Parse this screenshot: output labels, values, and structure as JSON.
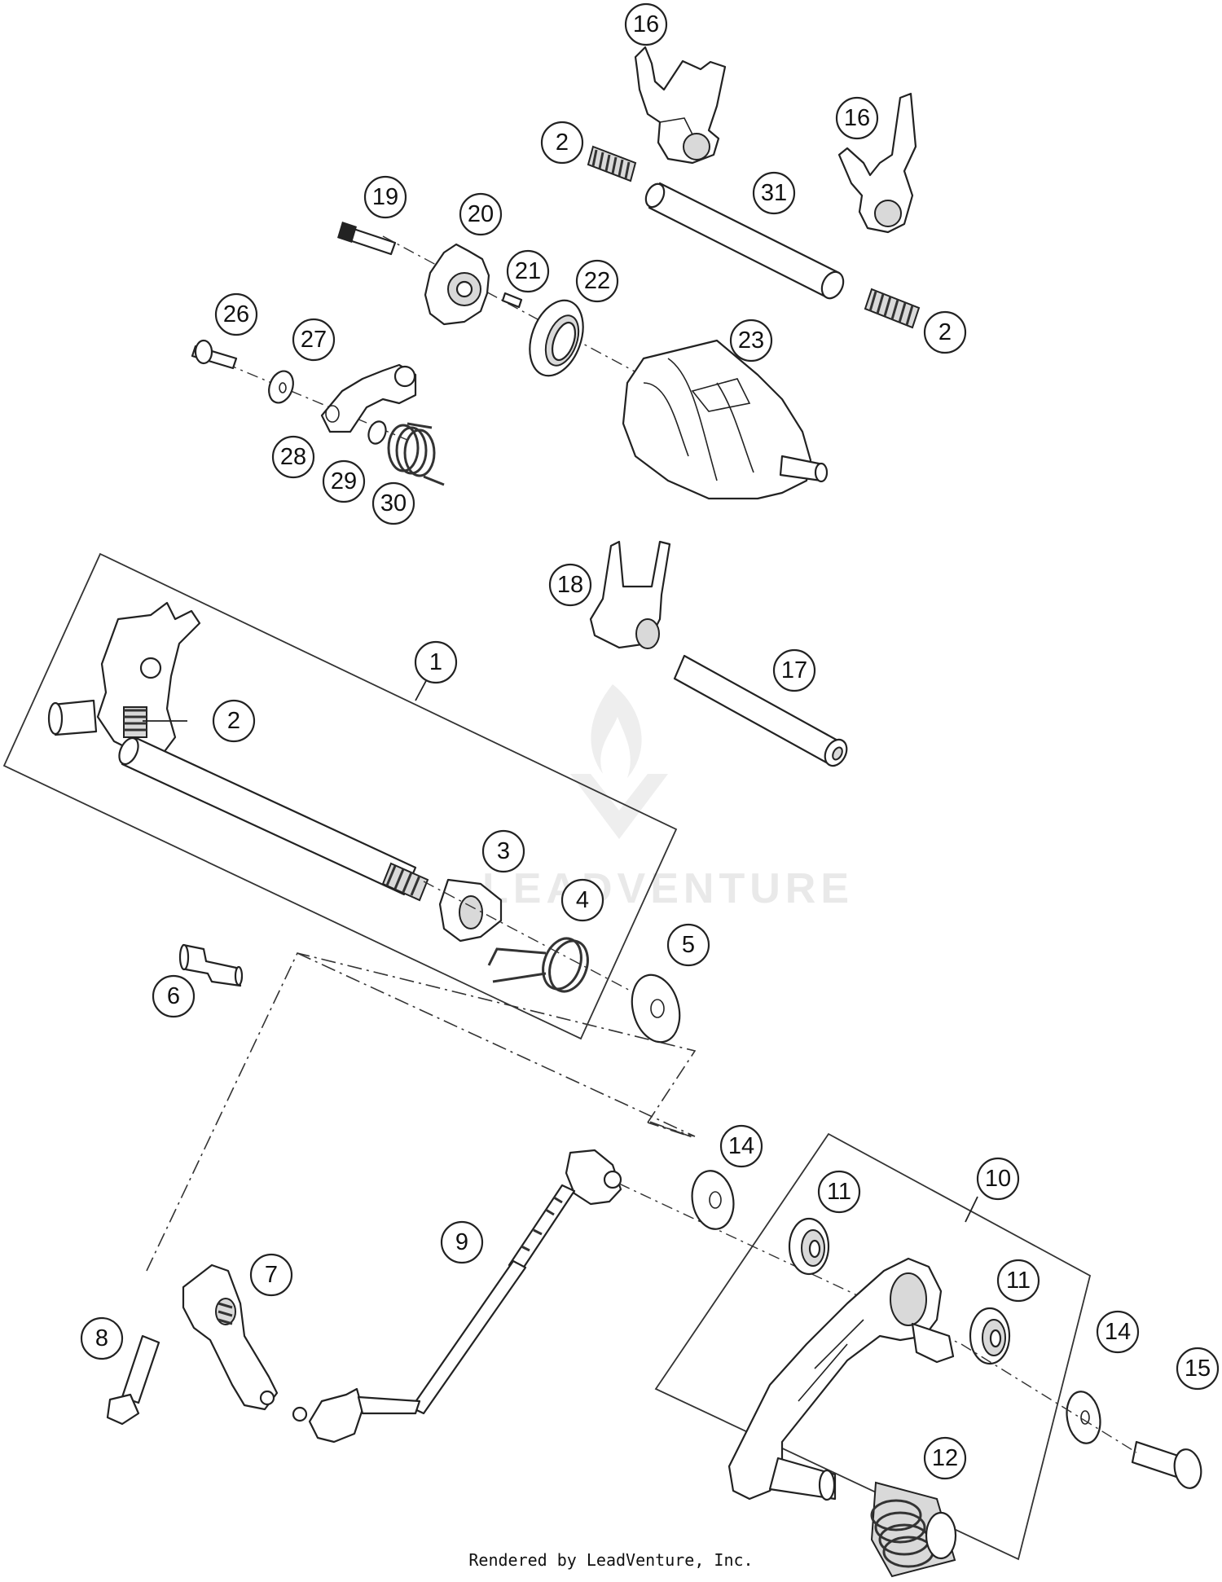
{
  "watermark": {
    "text": "LEADVENTURE"
  },
  "footer": {
    "credit": "Rendered by LeadVenture, Inc."
  },
  "callouts": [
    {
      "id": "c16a",
      "label": "16"
    },
    {
      "id": "c2a",
      "label": "2"
    },
    {
      "id": "c16b",
      "label": "16"
    },
    {
      "id": "c19",
      "label": "19"
    },
    {
      "id": "c20",
      "label": "20"
    },
    {
      "id": "c31",
      "label": "31"
    },
    {
      "id": "c21",
      "label": "21"
    },
    {
      "id": "c22",
      "label": "22"
    },
    {
      "id": "c2b",
      "label": "2"
    },
    {
      "id": "c26",
      "label": "26"
    },
    {
      "id": "c27",
      "label": "27"
    },
    {
      "id": "c23",
      "label": "23"
    },
    {
      "id": "c28",
      "label": "28"
    },
    {
      "id": "c29",
      "label": "29"
    },
    {
      "id": "c30",
      "label": "30"
    },
    {
      "id": "c18",
      "label": "18"
    },
    {
      "id": "c1",
      "label": "1"
    },
    {
      "id": "c17",
      "label": "17"
    },
    {
      "id": "c2c",
      "label": "2"
    },
    {
      "id": "c3",
      "label": "3"
    },
    {
      "id": "c4",
      "label": "4"
    },
    {
      "id": "c5",
      "label": "5"
    },
    {
      "id": "c6",
      "label": "6"
    },
    {
      "id": "c14a",
      "label": "14"
    },
    {
      "id": "c10",
      "label": "10"
    },
    {
      "id": "c11a",
      "label": "11"
    },
    {
      "id": "c9",
      "label": "9"
    },
    {
      "id": "c7",
      "label": "7"
    },
    {
      "id": "c11b",
      "label": "11"
    },
    {
      "id": "c8",
      "label": "8"
    },
    {
      "id": "c14b",
      "label": "14"
    },
    {
      "id": "c15",
      "label": "15"
    },
    {
      "id": "c12",
      "label": "12"
    }
  ]
}
